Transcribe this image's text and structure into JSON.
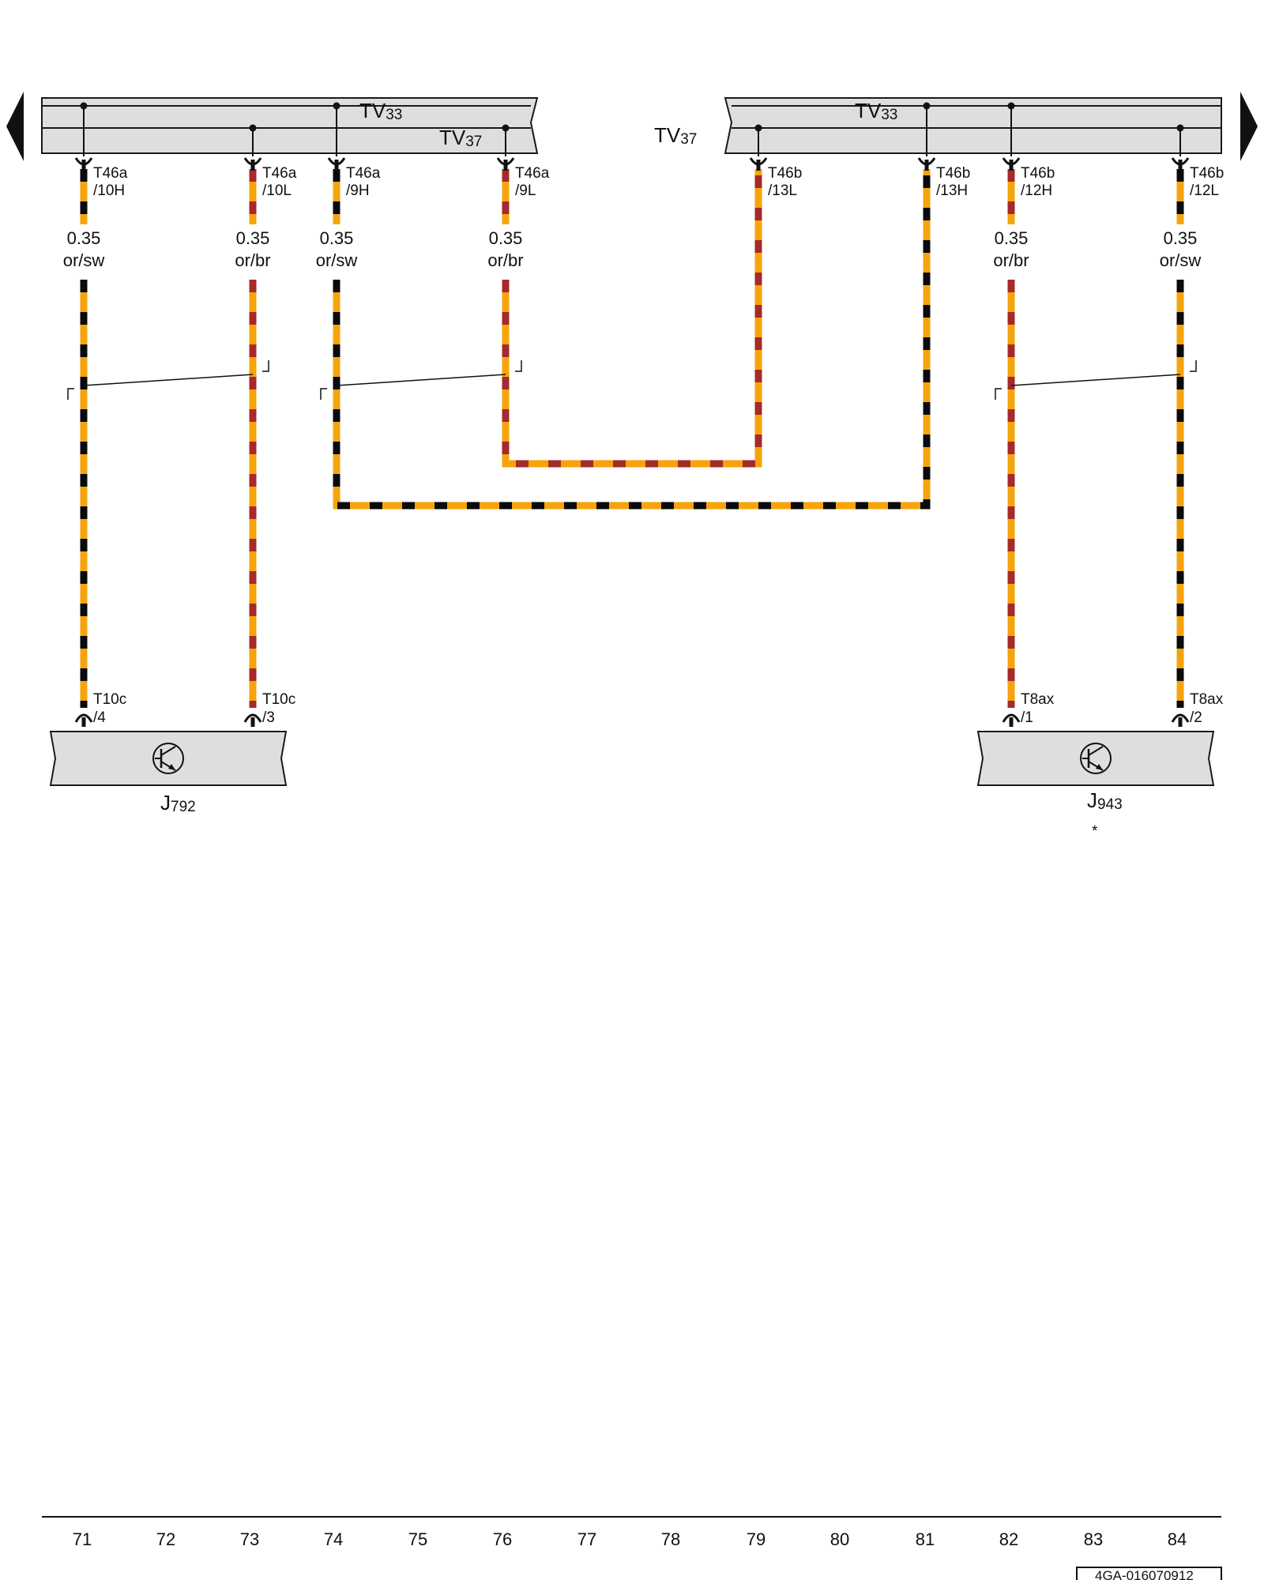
{
  "colors": {
    "orange": "#f5a40c",
    "black": "#0a0a0a",
    "brown": "#a52a2a",
    "box_fill": "#dedede",
    "outline": "#1a1a1a"
  },
  "buses": {
    "left": {
      "top_main": "TV",
      "top_sub": "33",
      "bottom_main": "TV",
      "bottom_sub": "37"
    },
    "right": {
      "top_main": "TV",
      "top_sub": "33",
      "outer_main": "TV",
      "outer_sub": "37"
    }
  },
  "connectors": [
    {
      "line1": "T46a",
      "line2": "/10H",
      "size": "0.35",
      "color_code": "or/sw"
    },
    {
      "line1": "T46a",
      "line2": "/10L",
      "size": "0.35",
      "color_code": "or/br"
    },
    {
      "line1": "T46a",
      "line2": "/9H",
      "size": "0.35",
      "color_code": "or/sw"
    },
    {
      "line1": "T46a",
      "line2": "/9L",
      "size": "0.35",
      "color_code": "or/br"
    },
    {
      "line1": "T46b",
      "line2": "/13L"
    },
    {
      "line1": "T46b",
      "line2": "/13H"
    },
    {
      "line1": "T46b",
      "line2": "/12H",
      "size": "0.35",
      "color_code": "or/br"
    },
    {
      "line1": "T46b",
      "line2": "/12L",
      "size": "0.35",
      "color_code": "or/sw"
    }
  ],
  "bottom_pins": [
    {
      "line1": "T10c",
      "line2": "/4"
    },
    {
      "line1": "T10c",
      "line2": "/3"
    },
    {
      "line1": "T8ax",
      "line2": "/1"
    },
    {
      "line1": "T8ax",
      "line2": "/2"
    }
  ],
  "components": [
    {
      "main": "J",
      "sub": "792",
      "icon": "transistor-icon"
    },
    {
      "main": "J",
      "sub": "943",
      "icon": "transistor-icon",
      "note": "*"
    }
  ],
  "footer": {
    "columns": [
      "71",
      "72",
      "73",
      "74",
      "75",
      "76",
      "77",
      "78",
      "79",
      "80",
      "81",
      "82",
      "83",
      "84"
    ],
    "code": "4GA-016070912"
  }
}
